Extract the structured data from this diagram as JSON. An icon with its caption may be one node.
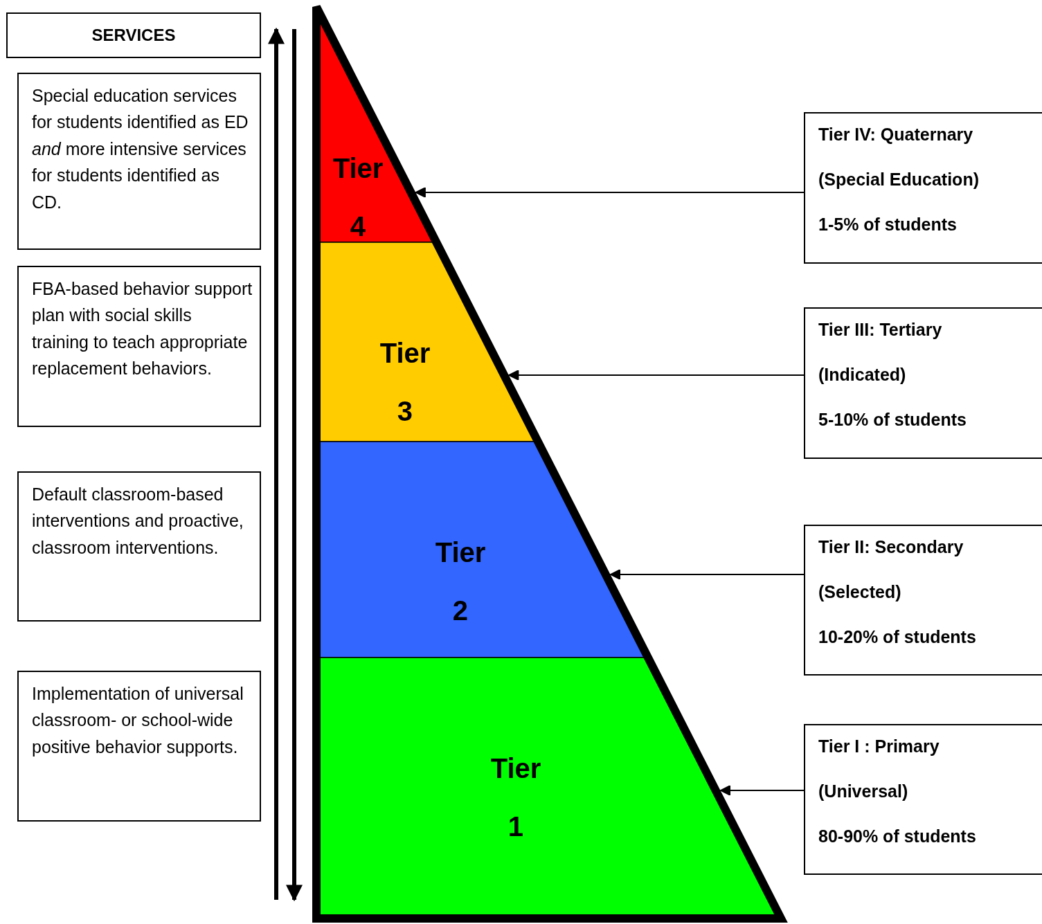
{
  "diagram": {
    "nodes": [
      {
        "text": [
          "SERVICES"
        ]
      },
      {
        "text": [
          "Special education services for students identified as ED *and* more intensive services for students identified as CD."
        ]
      },
      {
        "text": [
          "FBA-based behavior support plan with social skills training to teach appropriate replacement behaviors."
        ]
      },
      {
        "text": [
          "Default classroom-based interventions and proactive, classroom interventions."
        ]
      },
      {
        "text": [
          "Implementation of universal classroom- or school-wide positive behavior supports."
        ]
      },
      {
        "text": [
          "Tier 4"
        ]
      },
      {
        "text": [
          "Tier 3"
        ]
      },
      {
        "text": [
          "Tier 2"
        ]
      },
      {
        "text": [
          "Tier 1"
        ]
      },
      {
        "text": [
          "Tier IV: Quaternary",
          "(Special Education)",
          "1-5% of students"
        ]
      },
      {
        "text": [
          "Tier III: Tertiary",
          "(Indicated)",
          "5-10% of students"
        ]
      },
      {
        "text": [
          "Tier II: Secondary",
          "(Selected)",
          "10-20% of students"
        ]
      },
      {
        "text": [
          "Tier I : Primary",
          "(Universal)",
          "80-90% of students"
        ]
      }
    ],
    "edges": [
      {
        "from": 9,
        "to": 5,
        "arrow": "to"
      },
      {
        "from": 10,
        "to": 6,
        "arrow": "to"
      },
      {
        "from": 11,
        "to": 7,
        "arrow": "to"
      },
      {
        "from": 12,
        "to": 8,
        "arrow": "to"
      }
    ]
  }
}
